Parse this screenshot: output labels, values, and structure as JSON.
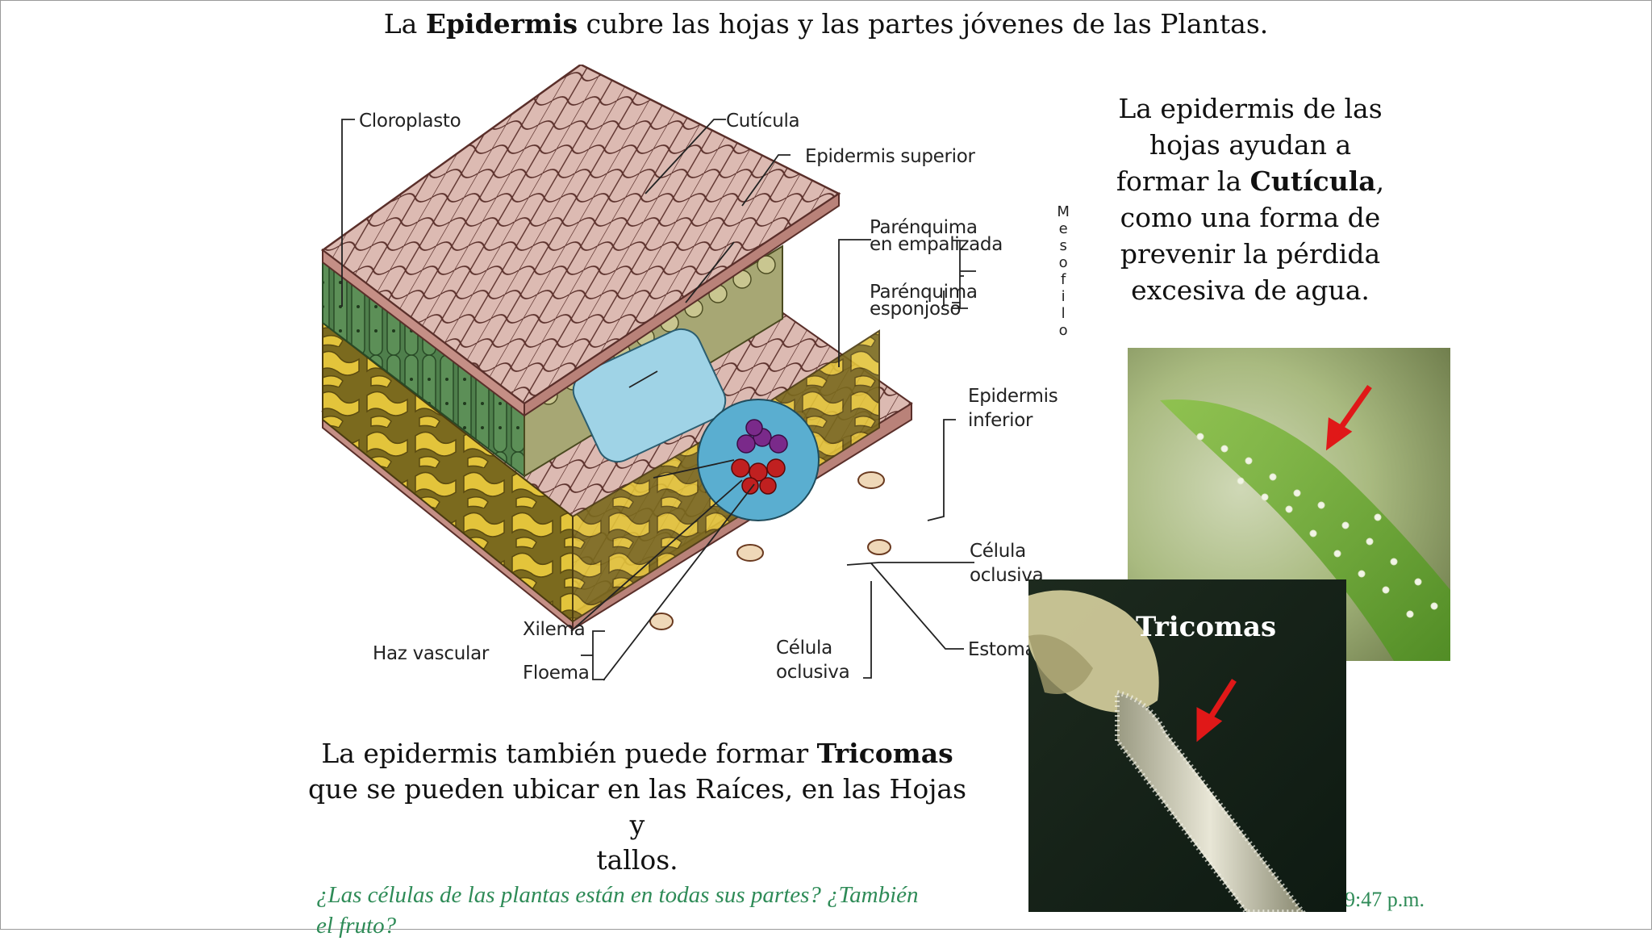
{
  "slide": {
    "title_prefix": "La ",
    "title_bold": "Epidermis",
    "title_suffix": " cubre las hojas y las partes jóvenes de las Plantas.",
    "right_text": {
      "line1": "La epidermis de las",
      "line2": "hojas ayudan a",
      "line3_prefix": "formar la ",
      "line3_bold": "Cutícula",
      "line3_suffix": ",",
      "line4": "como una forma de",
      "line5": "prevenir la pérdida",
      "line6": "excesiva de agua."
    },
    "bottom_text": {
      "line1_prefix": "La epidermis también puede formar ",
      "line1_bold": "Tricomas",
      "line2": "que se pueden ubicar en las Raíces, en las Hojas y",
      "line3": "tallos."
    },
    "question": "¿Las células de las plantas están en todas sus partes? ¿También",
    "question_line2": "el fruto?",
    "time": "9:47 p.m.",
    "photo_label": "Tricomas"
  },
  "diagram_labels": {
    "cloroplasto": "Cloroplasto",
    "cuticula": "Cutícula",
    "epidermis_superior": "Epidermis superior",
    "parenquima_empalizada_1": "Parénquima",
    "parenquima_empalizada_2": "en empalizada",
    "parenquima_esponjoso_1": "Parénquima",
    "parenquima_esponjoso_2": "esponjoso",
    "mesofilo": [
      "M",
      "e",
      "s",
      "o",
      "f",
      "i",
      "l",
      "o"
    ],
    "epidermis_inferior_1": "Epidermis",
    "epidermis_inferior_2": "inferior",
    "celula_oclusiva_r1": "Célula",
    "celula_oclusiva_r2": "oclusiva",
    "estoma": "Estoma",
    "celula_oclusiva_b1": "Célula",
    "celula_oclusiva_b2": "oclusiva",
    "xilema": "Xilema",
    "floema": "Floema",
    "haz_vascular": "Haz vascular"
  },
  "colors": {
    "cuticle_pink": "#d9b7b0",
    "cell_outline": "#5a2f2a",
    "palisade_green": "#4e7d4e",
    "spongy_yellow": "#e2c23a",
    "xylem_blue": "#9fd3e6",
    "phloem_red": "#b01d1d",
    "question_green": "#2e8b57",
    "arrow_red": "#e01818"
  }
}
